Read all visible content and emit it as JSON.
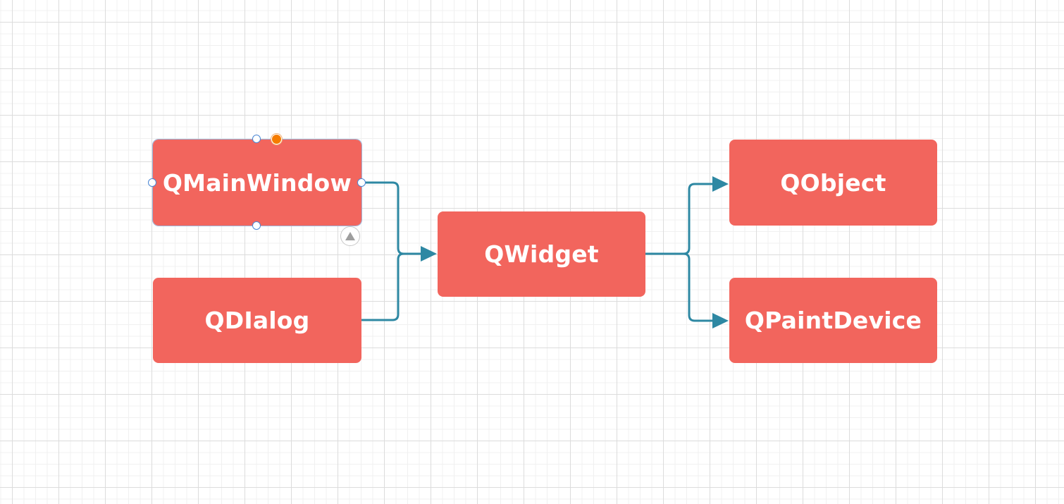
{
  "diagram": {
    "nodes": {
      "qmainwindow": "QMainWindow",
      "qdialog": "QDIalog",
      "qwidget": "QWidget",
      "qobject": "QObject",
      "qpaintdevice": "QPaintDevice"
    },
    "edges": [
      {
        "from": "qmainwindow",
        "to": "qwidget"
      },
      {
        "from": "qdialog",
        "to": "qwidget"
      },
      {
        "from": "qwidget",
        "to": "qobject"
      },
      {
        "from": "qwidget",
        "to": "qpaintdevice"
      }
    ],
    "selected_node": "qmainwindow"
  },
  "colors": {
    "node_fill": "#f2655d",
    "node_text": "#ffffff",
    "connector": "#2e88a3",
    "handle_border": "#4a86d4",
    "rotate_handle": "#f57c00"
  },
  "icons": {
    "collapse": "triangle-up-icon"
  }
}
